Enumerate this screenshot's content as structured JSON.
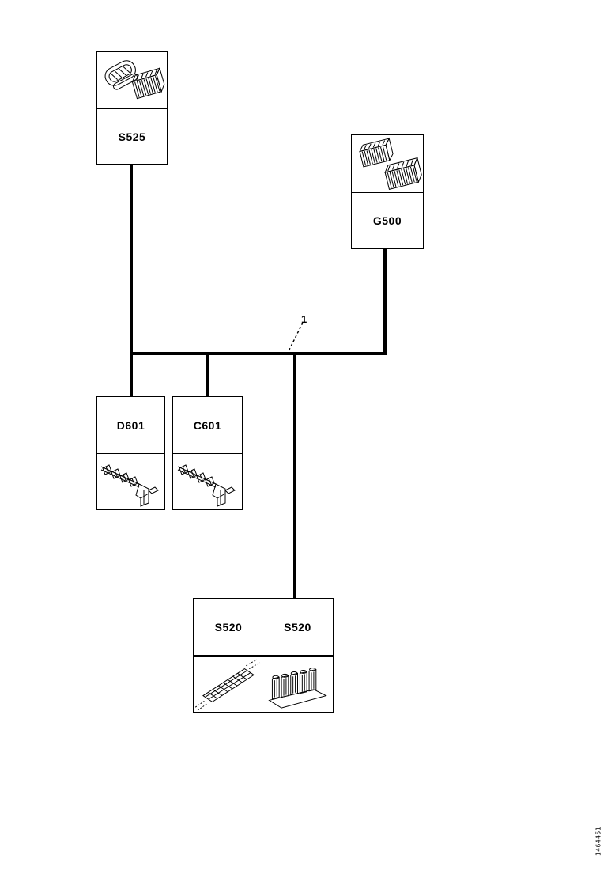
{
  "page": {
    "background_color": "#ffffff",
    "ink_color": "#000000",
    "doc_number": "1464451"
  },
  "callout": {
    "label": "1",
    "points_to": "harness-trunk-line"
  },
  "nodes": [
    {
      "label": "S525",
      "drawing_icon": "connector-pair-drawing",
      "label_position": "below-image"
    },
    {
      "label": "G500",
      "drawing_icon": "connector-block-pair-drawing",
      "label_position": "below-image"
    },
    {
      "label": "D601",
      "drawing_icon": "terminal-strip-bracket-drawing",
      "label_position": "above-image"
    },
    {
      "label": "C601",
      "drawing_icon": "terminal-strip-bracket-drawing",
      "label_position": "above-image"
    },
    {
      "label": "S520",
      "drawing_icon": "splice-strip-drawing",
      "label_position": "above-image"
    },
    {
      "label": "S520",
      "drawing_icon": "splice-block-drawing",
      "label_position": "above-image"
    }
  ],
  "harness": {
    "trunk_orientation": "horizontal",
    "branches": [
      {
        "node": "S525",
        "direction": "up-left"
      },
      {
        "node": "G500",
        "direction": "up-right"
      },
      {
        "node": "D601",
        "direction": "down-left"
      },
      {
        "node": "C601",
        "direction": "down"
      },
      {
        "node": "S520",
        "direction": "down"
      }
    ]
  }
}
